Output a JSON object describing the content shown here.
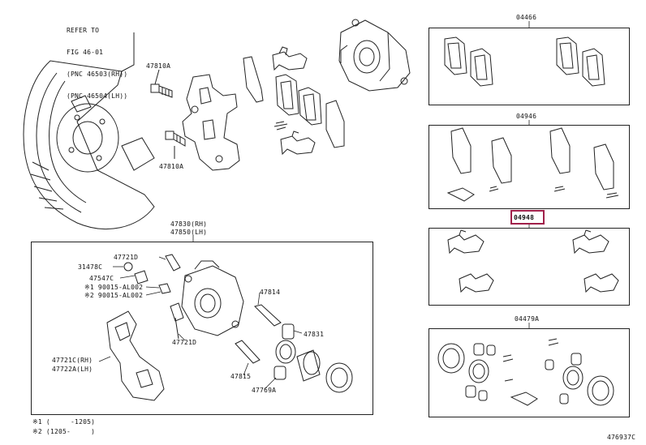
{
  "refer": [
    "REFER TO",
    "FIG 46-01",
    "(PNC 46503(RH))",
    "(PNC 46504(LH))"
  ],
  "labels": {
    "p47810a_top": "47810A",
    "p47810a_bot": "47810A",
    "p04466": "04466",
    "p04946": "04946",
    "p04948": "04948",
    "p04479a": "04479A",
    "p47830": "47830(RH)",
    "p47850": "47850(LH)",
    "p47721d_top": "47721D",
    "p31478c": "31478C",
    "p47547c": "47547C",
    "p90015_1": "※1 90015-AL002",
    "p90015_2": "※2 90015-AL002",
    "p47814": "47814",
    "p47721d_mid": "47721D",
    "p47831": "47831",
    "p47721c": "47721C(RH)",
    "p47722a": "47722A(LH)",
    "p47815": "47815",
    "p47769a": "47769A"
  },
  "footnotes": [
    "※1 (     -1205)",
    "※2 (1205-     )"
  ],
  "diagram_id": "476937C",
  "highlight_color": "#a0204a"
}
